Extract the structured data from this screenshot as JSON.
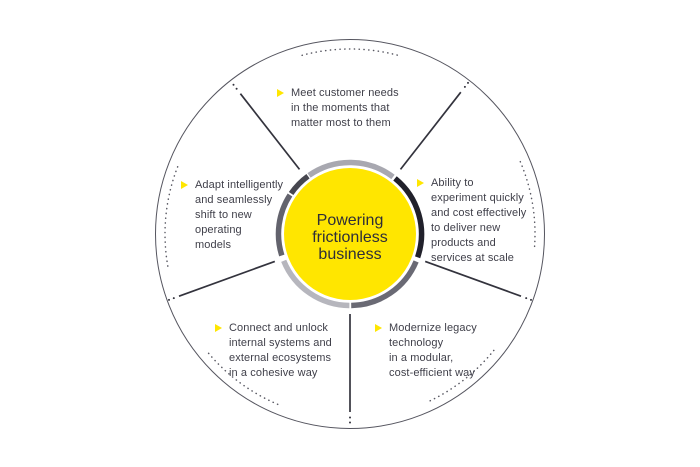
{
  "center": {
    "lines": [
      "Powering",
      "frictionless",
      "business"
    ]
  },
  "labels": {
    "top": {
      "lines": [
        "Meet customer needs",
        "in the moments that",
        "matter most to them"
      ]
    },
    "left": {
      "lines": [
        "Adapt intelligently",
        "and seamlessly",
        "shift to new",
        "operating",
        "models"
      ]
    },
    "right": {
      "lines": [
        "Ability to",
        "experiment quickly",
        "and cost effectively",
        "to deliver new",
        "products and",
        "services at scale"
      ]
    },
    "bottom_left": {
      "lines": [
        "Connect and unlock",
        "internal systems and",
        "external ecosystems",
        "in a cohesive way"
      ]
    },
    "bottom_right": {
      "lines": [
        "Modernize legacy",
        "technology",
        "in a modular,",
        "cost-efficient way"
      ]
    }
  },
  "icons": {
    "bullet": "triangle-right-icon"
  },
  "colors": {
    "accent_yellow": "#ffe600",
    "center_text": "#2e2e38",
    "label_text": "#3f3f49",
    "outer_circle": "#55555f",
    "spoke": "#33333d",
    "dotted": "#5a5a64",
    "ring_top": "#a8a8b0",
    "ring_right": "#21212b",
    "ring_bottom_right": "#6a6a74",
    "ring_bottom_left": "#b6b6bd",
    "ring_left": "#63636d",
    "ring_top_left": "#47474f"
  }
}
